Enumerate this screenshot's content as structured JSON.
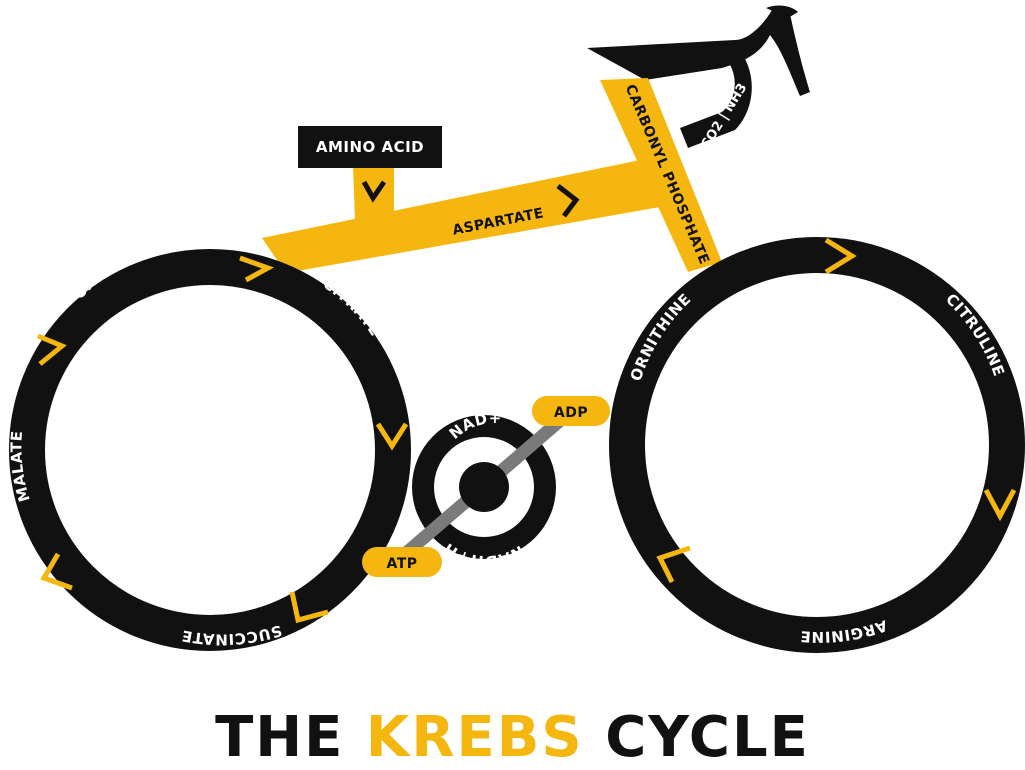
{
  "colors": {
    "accent": "#f5b70f",
    "ink": "#111111",
    "paper": "#ffffff"
  },
  "title": {
    "part1": "THE",
    "highlight": "KREBS",
    "part2": "CYCLE"
  },
  "frame": {
    "amino_acid": "AMINO ACID",
    "aspartate": "ASPARTATE",
    "carbonyl_phosphate": "CARBONYL PHOSPHATE",
    "co2_nh3": "CO2 | NH3"
  },
  "left_wheel": {
    "oxaloacetate": "OXALOACETATE",
    "citrate": "CITRATE",
    "malate": "MALATE",
    "succinate": "SUCCINATE"
  },
  "right_wheel": {
    "ornithine": "ORNITHINE",
    "citruline": "CITRULINE",
    "arginine": "ARGININE"
  },
  "crank": {
    "nad_plus": "NAD+",
    "nadh": "NADH+H",
    "adp": "ADP",
    "atp": "ATP"
  }
}
